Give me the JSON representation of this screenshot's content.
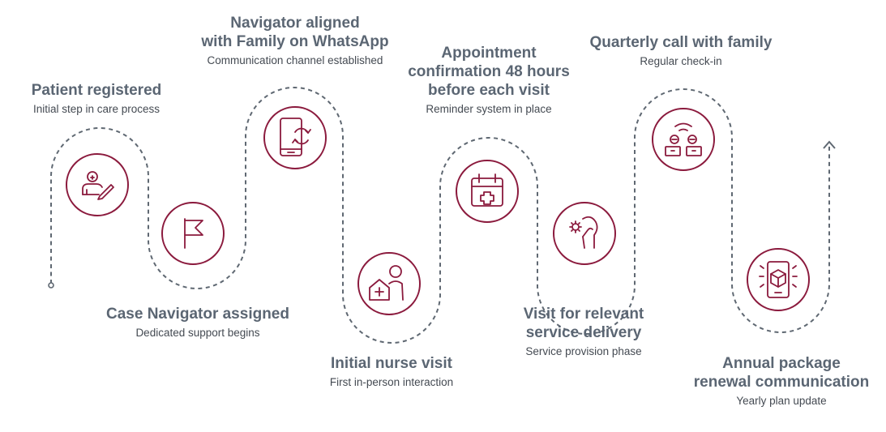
{
  "colors": {
    "accent": "#8b1a3d",
    "path": "#5f6872",
    "title": "#5b6673",
    "subtitle": "#444a52"
  },
  "steps": [
    {
      "title": "Patient registered",
      "subtitle": "Initial step in care process",
      "icon": "patient-edit-icon"
    },
    {
      "title": "Case Navigator assigned",
      "subtitle": "Dedicated support begins",
      "icon": "flag-icon"
    },
    {
      "title": "Navigator aligned\nwith Family on WhatsApp",
      "subtitle": "Communication channel established",
      "icon": "phone-sync-icon"
    },
    {
      "title": "Initial nurse visit",
      "subtitle": "First in-person interaction",
      "icon": "home-nurse-icon"
    },
    {
      "title": "Appointment\nconfirmation 48 hours\nbefore each visit",
      "subtitle": "Reminder system in place",
      "icon": "calendar-medical-icon"
    },
    {
      "title": "Visit for relevant\nservice delivery",
      "subtitle": "Service provision phase",
      "icon": "hand-gear-icon"
    },
    {
      "title": "Quarterly call with family",
      "subtitle": "Regular check-in",
      "icon": "family-call-icon"
    },
    {
      "title": "Annual package\nrenewal communication",
      "subtitle": "Yearly plan update",
      "icon": "phone-package-icon"
    }
  ]
}
